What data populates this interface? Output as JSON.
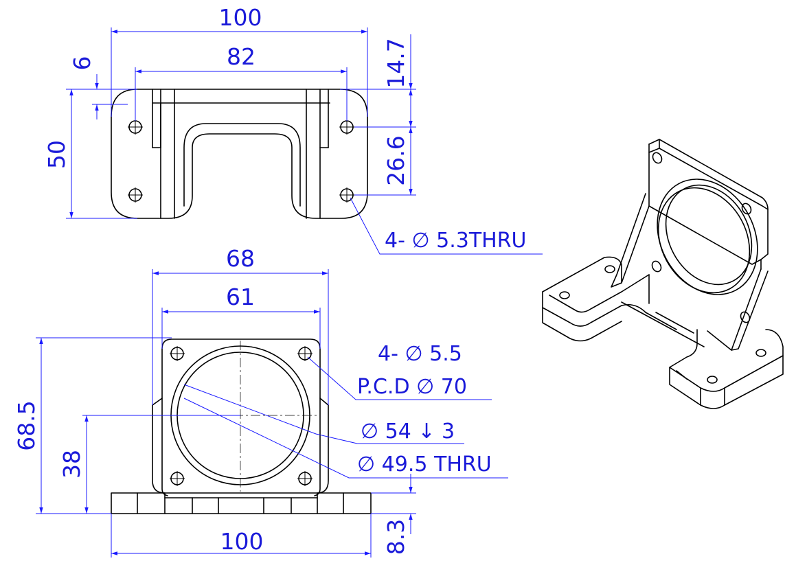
{
  "drawing": {
    "top_view": {
      "dim_overall_width": "100",
      "dim_hole_spacing_x": "82",
      "dim_edge_offset": "6",
      "dim_height": "50",
      "dim_right_top": "14.7",
      "dim_hole_spacing_y": "26.6",
      "hole_note": "4- ∅ 5.3THRU"
    },
    "front_view": {
      "dim_flange_width": "68",
      "dim_hole_spacing": "61",
      "dim_total_height": "68.5",
      "dim_center_height": "38",
      "dim_base_width": "100",
      "dim_base_thickness": "8.3",
      "hole_note_line1": "4- ∅ 5.5",
      "hole_note_line2": "P.C.D ∅ 70",
      "counterbore_note": "∅ 54 ↓ 3",
      "thru_note": "∅ 49.5 THRU"
    },
    "colors": {
      "dimension": "#1a1aff",
      "geometry": "#000000"
    }
  }
}
